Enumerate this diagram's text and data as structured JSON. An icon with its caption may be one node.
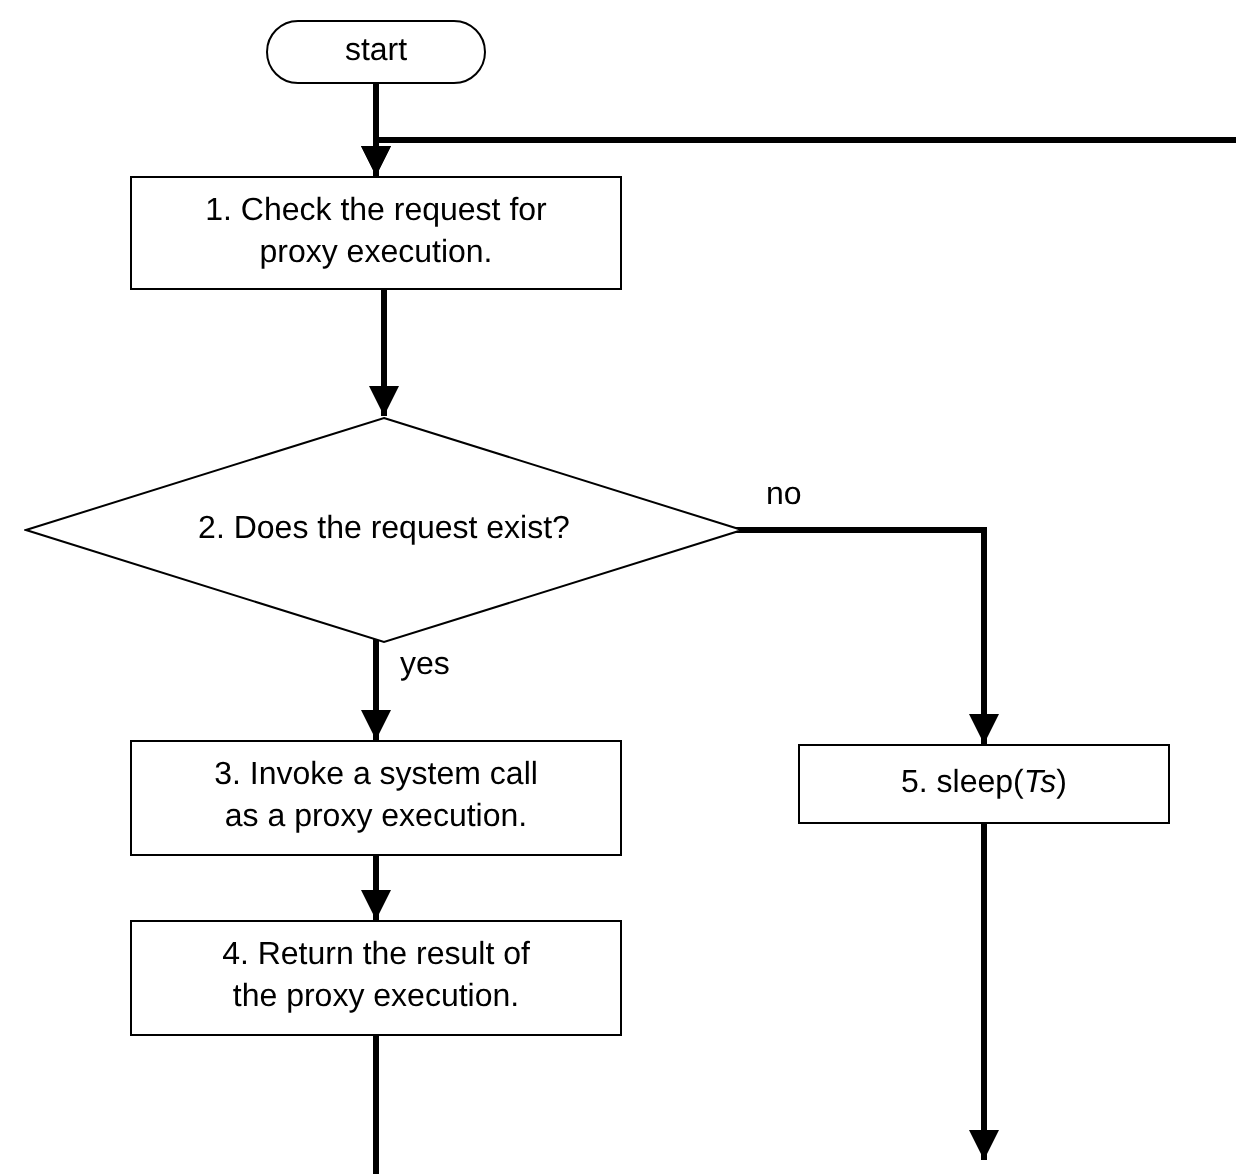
{
  "diagram": {
    "nodes": [
      {
        "text": [
          "start"
        ]
      },
      {
        "text": [
          "1. Check the request for proxy execution."
        ]
      },
      {
        "text": [
          "2. Does the request exist?"
        ]
      },
      {
        "text": [
          "3. Invoke a system call as a proxy execution."
        ]
      },
      {
        "text": [
          "4. Return the result of the proxy execution."
        ]
      },
      {
        "text": [
          "5. sleep(*Ts*)"
        ]
      }
    ],
    "edges": [
      {
        "from": 0,
        "to": 1,
        "arrow": "to"
      },
      {
        "from": null,
        "to": 1,
        "arrow": "to"
      },
      {
        "from": 1,
        "to": 2,
        "arrow": "to"
      },
      {
        "from": 2,
        "to": 3,
        "arrow": "to",
        "label": "yes"
      },
      {
        "from": 2,
        "to": 5,
        "arrow": "to",
        "label": "no"
      },
      {
        "from": 3,
        "to": 4,
        "arrow": "to"
      },
      {
        "from": 4,
        "to": null,
        "arrow": "none"
      },
      {
        "from": 5,
        "to": null,
        "arrow": "to"
      }
    ]
  }
}
